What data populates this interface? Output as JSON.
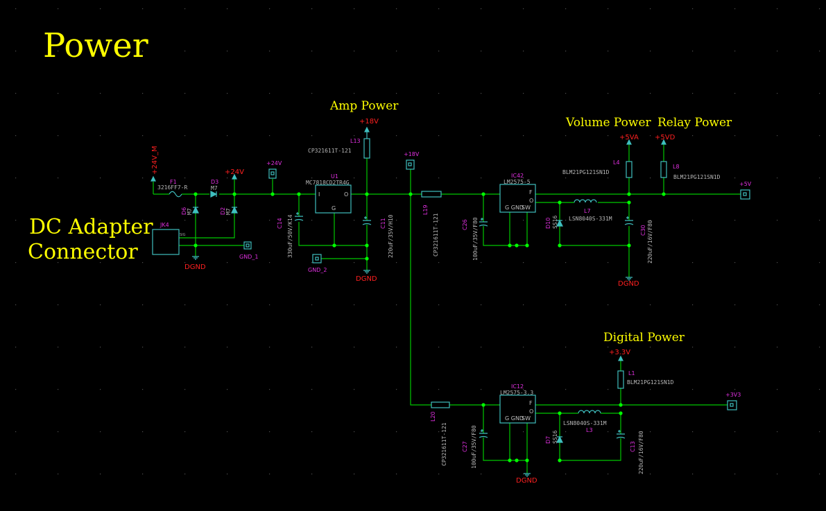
{
  "titles": {
    "main": "Power",
    "dc_adapter_1": "DC Adapter",
    "dc_adapter_2": "Connector",
    "amp_power": "Amp Power",
    "volume_power": "Volume Power",
    "relay_power": "Relay Power",
    "digital_power": "Digital Power"
  },
  "nets": {
    "v24m": "+24V_M",
    "v24": "+24V",
    "v18": "+18V",
    "v5va": "+5VA",
    "v5vd": "+5VD",
    "v33": "+3.3V",
    "dgnd1": "DGND",
    "dgnd2": "DGND",
    "dgnd3": "DGND",
    "dgnd4": "DGND"
  },
  "ports": {
    "p24": "+24V",
    "p18": "+18V",
    "p5": "+5V",
    "p33": "+3V3",
    "gnd1": "GND_1",
    "gnd2": "GND_2"
  },
  "components": {
    "F1": {
      "ref": "F1",
      "value": "3216FF7-R"
    },
    "D3": {
      "ref": "D3",
      "value": "M7"
    },
    "D6": {
      "ref": "D6",
      "value": "M7"
    },
    "D2": {
      "ref": "D2",
      "value": "M7"
    },
    "JK4": {
      "ref": "JK4",
      "pin": "SIG"
    },
    "C14": {
      "ref": "C14",
      "value": "330uF/50V/K14"
    },
    "U1": {
      "ref": "U1",
      "value": "MC7818CD2TR4G",
      "pin_i": "I",
      "pin_o": "O",
      "pin_g": "G"
    },
    "L13": {
      "ref": "L13",
      "value": "CP321611T-121"
    },
    "C11": {
      "ref": "C11",
      "value": "220uF/35V/H10"
    },
    "L19": {
      "ref": "L19",
      "value": "CP321611T-121"
    },
    "C26": {
      "ref": "C26",
      "value": "100uF/35V/F80"
    },
    "IC42": {
      "ref": "IC42",
      "value": "LM2575-5",
      "pin_f": "F",
      "pin_o": "O",
      "pin_g": "G GND",
      "pin_sw": "SW"
    },
    "L7": {
      "ref": "L7",
      "value": "LSN8040S-331M"
    },
    "D10": {
      "ref": "D10",
      "value": "SS16"
    },
    "C30": {
      "ref": "C30",
      "value": "220uF/16V/F80"
    },
    "L4": {
      "ref": "L4",
      "value": "BLM21PG121SN1D"
    },
    "L8": {
      "ref": "L8",
      "value": "BLM21PG121SN1D"
    },
    "L20": {
      "ref": "L20",
      "value": "CP321611T-121"
    },
    "C27": {
      "ref": "C27",
      "value": "100uF/35V/F80"
    },
    "IC12": {
      "ref": "IC12",
      "value": "LM2575-3.3",
      "pin_f": "F",
      "pin_o": "O",
      "pin_g": "G GND",
      "pin_sw": "SW"
    },
    "L3": {
      "ref": "L3",
      "value": "LSN8040S-331M"
    },
    "D7": {
      "ref": "D7",
      "value": "SS16"
    },
    "C13": {
      "ref": "C13",
      "value": "220uF/16V/F80"
    },
    "L1": {
      "ref": "L1",
      "value": "BLM21PG121SN1D"
    }
  },
  "colors": {
    "background": "#000000",
    "wire": "#00c800",
    "title": "#ffff00",
    "refdes": "#e030e0",
    "net_label": "#ff2020",
    "part": "#3fbfbf"
  }
}
